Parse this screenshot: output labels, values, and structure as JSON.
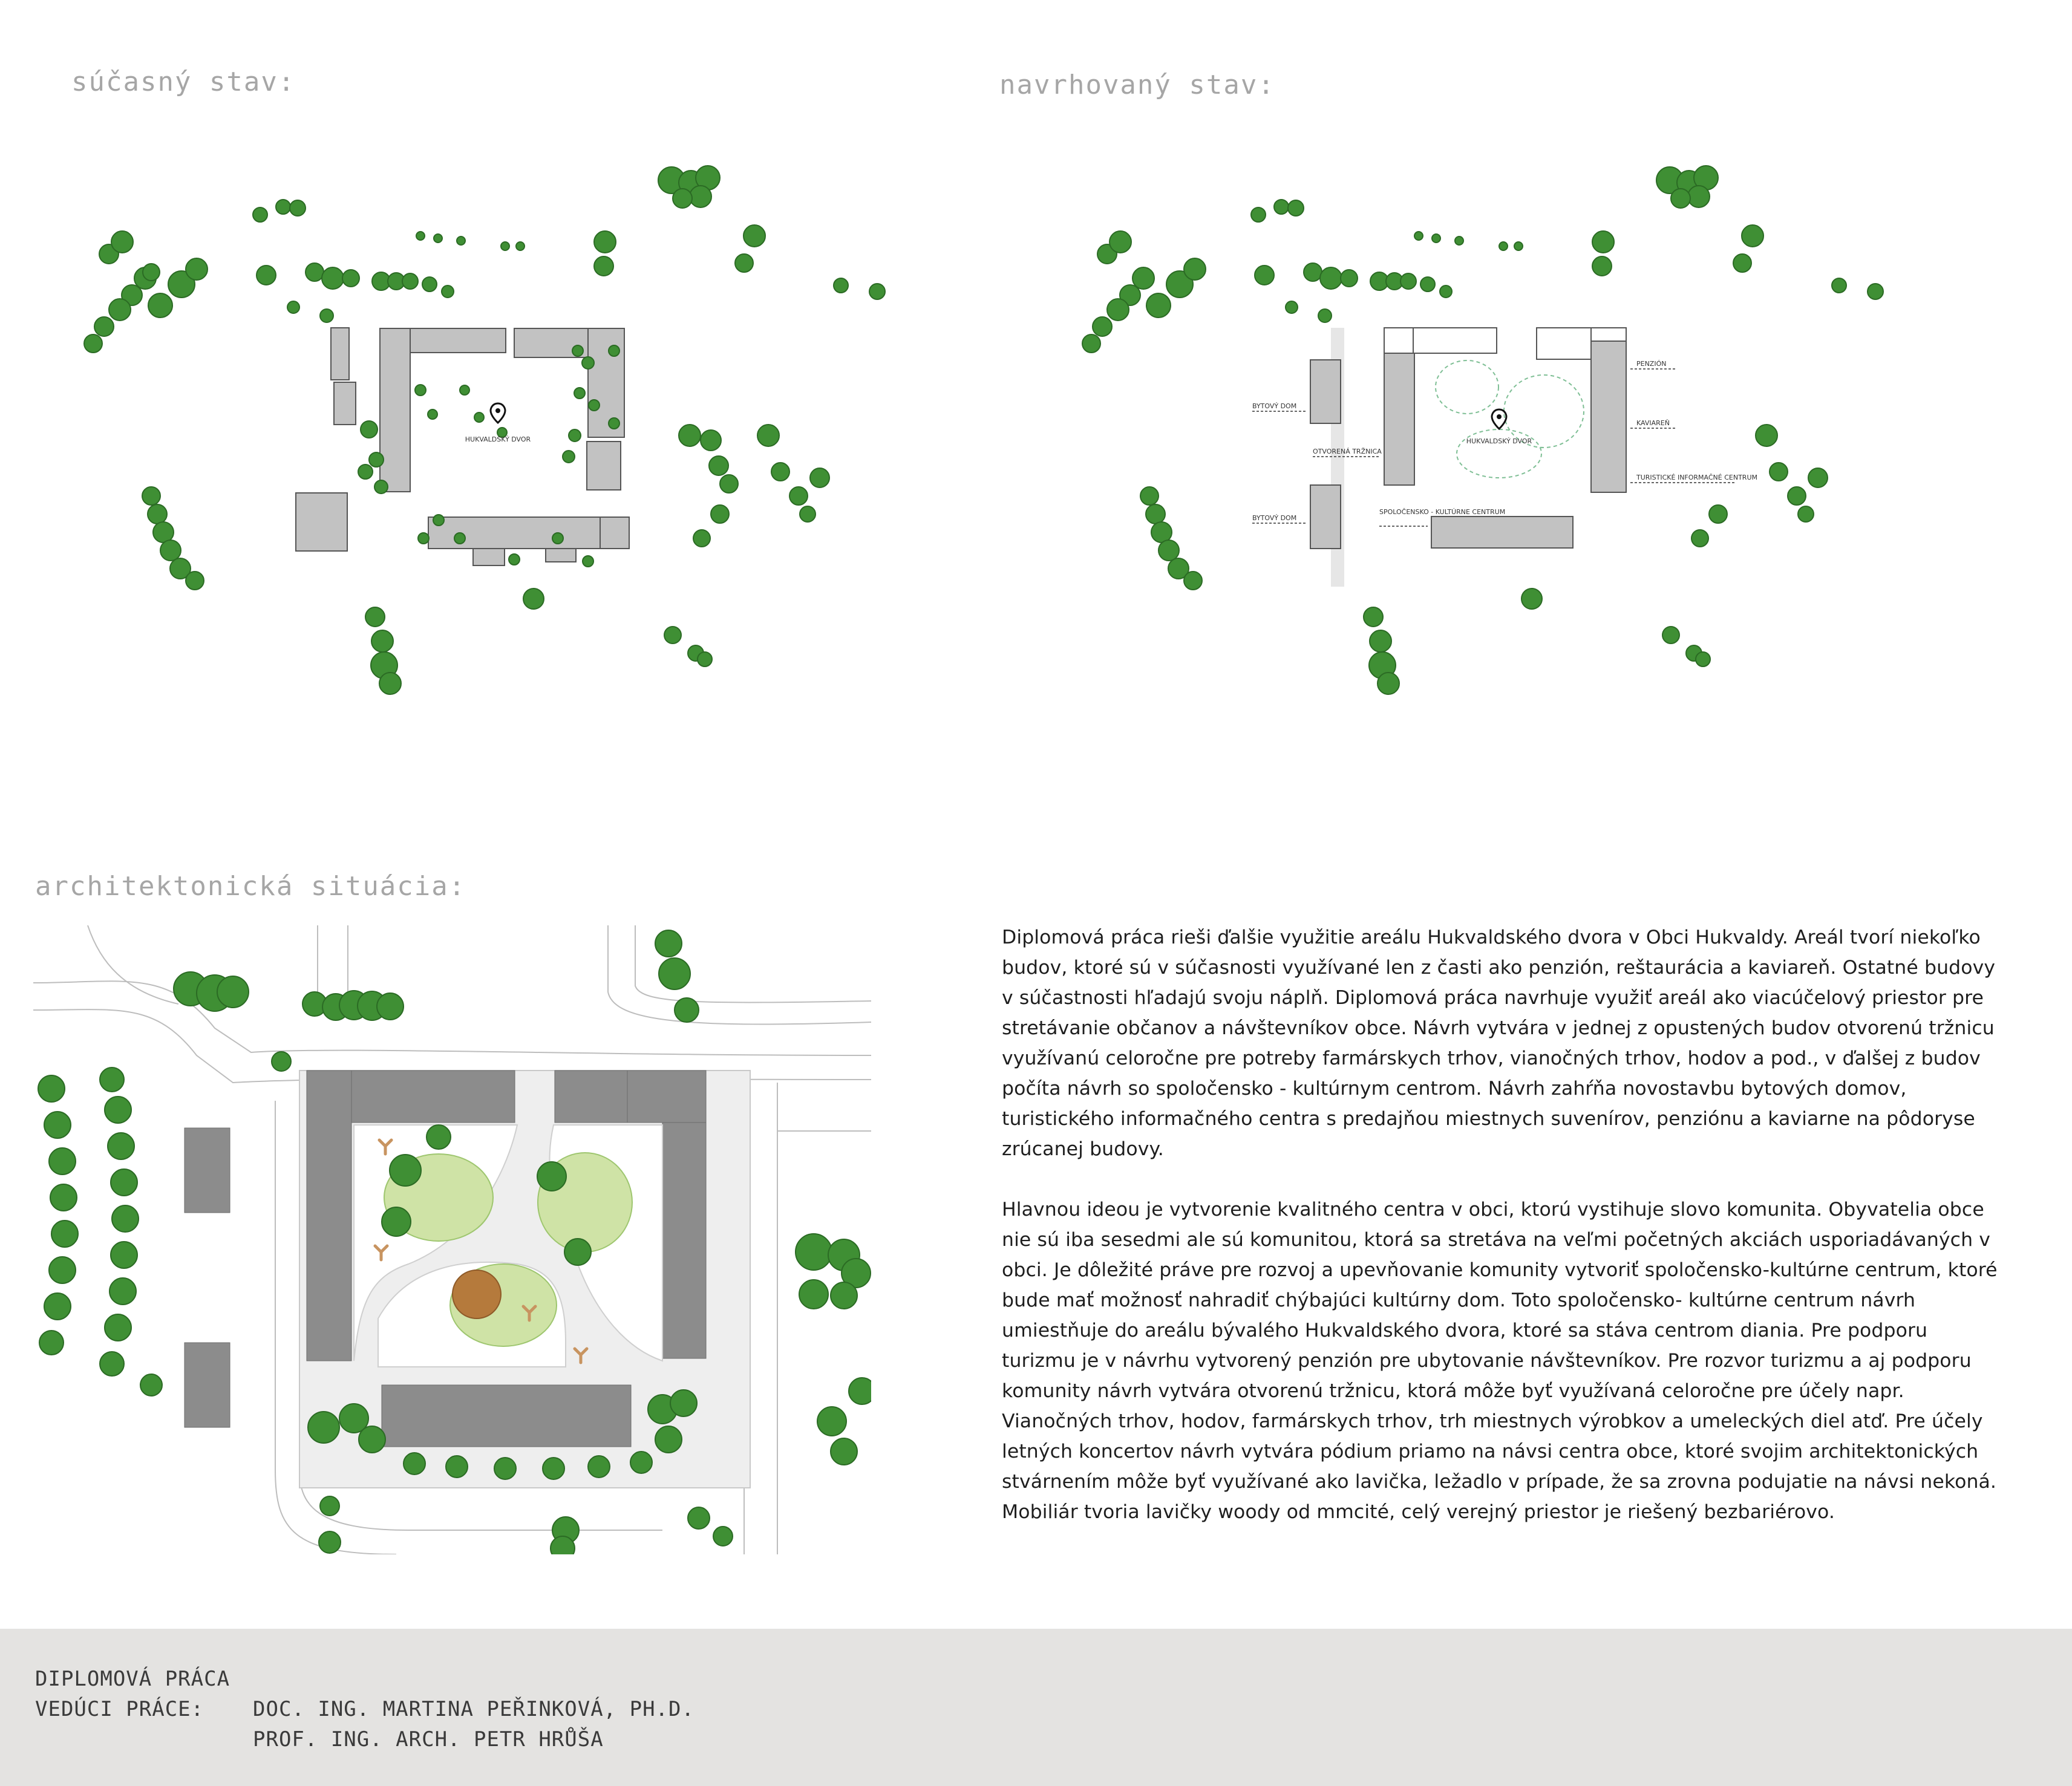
{
  "headings": {
    "current": "súčasný stav:",
    "proposed": "navrhovaný stav:",
    "situation": "architektonická situácia:"
  },
  "current_plan": {
    "courtyard_label": "HUKVALDSKÝ DVOR"
  },
  "proposed_plan": {
    "courtyard_label": "HUKVALDSKÝ DVOR",
    "labels": {
      "apartment_top": "BYTOVÝ DOM",
      "market": "OTVORENÁ TRŽNICA",
      "apartment_bottom": "BYTOVÝ DOM",
      "community": "SPOLOČENSKO - KULTÚRNE CENTRUM",
      "pension": "PENZIÓN",
      "cafe": "KAVIAREŇ",
      "tourist": "TURISTICKÉ INFORMAČNÉ CENTRUM"
    }
  },
  "description": {
    "paragraph1": "Diplomová práca rieši ďalšie využitie areálu Hukvaldského dvora v Obci Hukvaldy. Areál tvorí niekoľko budov, ktoré sú v súčasnosti využívané len z časti ako penzión, reštaurácia a kaviareň. Ostatné budovy v súčastnosti hľadajú svoju náplň. Diplomová práca navrhuje využiť areál ako viacúčelový priestor pre stretávanie občanov a návštevníkov obce. Návrh vytvára v jednej z opustených budov otvorenú tržnicu využívanú celoročne pre potreby farmárskych trhov, vianočných trhov, hodov a pod., v ďalšej z budov počíta návrh so spoločensko - kultúrnym centrom. Návrh zahŕňa novostavbu bytových domov, turistického informačného centra s predajňou miestnych suvenírov, penziónu a kaviarne na pôdoryse zrúcanej budovy.",
    "paragraph2": "Hlavnou ideou je vytvorenie kvalitného centra v obci, ktorú vystihuje slovo komunita. Obyvatelia obce nie sú iba sesedmi ale sú komunitou, ktorá sa stretáva na veľmi početných akciách usporiadávaných v obci. Je dôležité práve pre rozvoj a upevňovanie komunity vytvoriť spoločensko-kultúrne centrum, ktoré bude mať možnosť nahradiť chýbajúci kultúrny dom. Toto spoločensko- kultúrne centrum návrh umiestňuje do areálu bývalého Hukvaldského dvora, ktoré sa stáva centrom diania. Pre podporu turizmu je v návrhu vytvorený penzión pre ubytovanie návštevníkov. Pre rozvor turizmu a aj podporu komunity návrh vytvára otvorenú tržnicu, ktorá môže byť využívaná celoročne pre účely napr. Vianočných trhov, hodov, farmárskych trhov, trh miestnych výrobkov a umeleckých diel atď. Pre účely letných koncertov návrh vytvára pódium priamo na návsi centra obce, ktoré svojim architektonických stvárnením môže byť využívané ako lavička, ležadlo v prípade, že sa zrovna podujatie na návsi nekoná. Mobiliár tvoria lavičky woody od mmcité, celý verejný priestor je riešený bezbariérovo."
  },
  "footer": {
    "title": "DIPLOMOVÁ PRÁCA",
    "supervisor_label": "VEDÚCI PRÁCE:",
    "supervisor_1": "DOC. ING. MARTINA PEŘINKOVÁ, PH.D.",
    "supervisor_2": "PROF. ING. ARCH. PETR HRŮŠA"
  },
  "colors": {
    "building": "#c2c2c2",
    "tree": "#3f8f34",
    "lawn": "#cfe3a6",
    "stage": "#b57a3c",
    "footer_bg": "#e4e3e1",
    "heading": "#a6a6a6"
  }
}
